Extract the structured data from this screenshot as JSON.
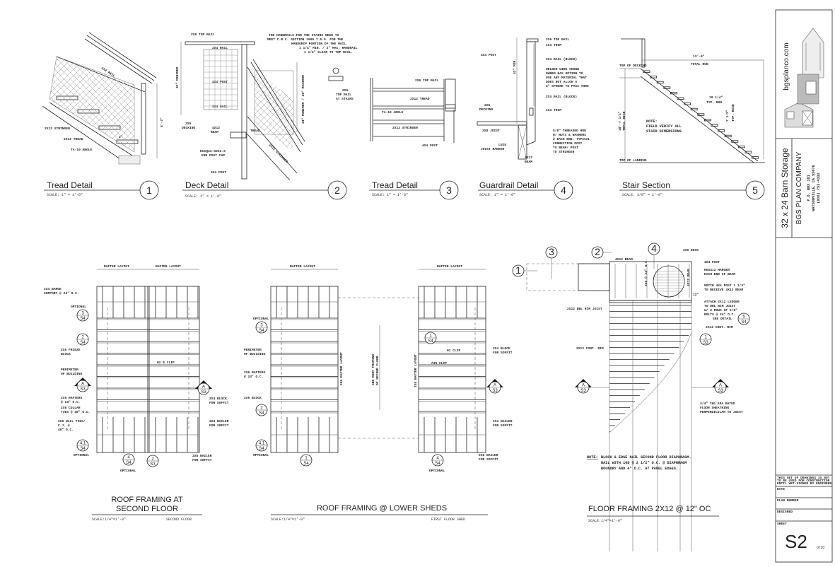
{
  "title_block": {
    "website": "bgsplanco.com",
    "project": "32 x 24 Barn Storage",
    "company": "BGS PLAN COMPANY",
    "address_1": "P.O. BOX 181",
    "address_2": "WATSONVILLE, CA 95076",
    "phone": "(916) 753-4332",
    "disclaimer": [
      "THIS SET OF DRAWINGS IS NOT",
      "TO BE USED FOR CONSTRUCTION",
      "UNTIL WET-SIGNED BY ENGINEER"
    ],
    "date_label": "DATE",
    "plan_number_label": "PLAN NUMBER",
    "designed_label": "DESIGNED",
    "sheet_label": "SHEET",
    "sheet_number": "S2",
    "sheet_total": "of 10"
  },
  "details": [
    {
      "title": "Tread Detail",
      "scale": "SCALE:   1\" = 1'-0\"",
      "number": "1",
      "labels": [
        "2X4 RAIL",
        "2X12 STRINGER",
        "2X12 TREAD",
        "TA-10 ANGLE",
        "5'-2\"",
        "2\""
      ]
    },
    {
      "title": "Deck Detail",
      "scale": "SCALE:   1\" = 1'-0\"",
      "number": "2",
      "labels": [
        "2X6 TOP RAIL",
        "2X4 RAIL",
        "4X4 POST",
        "2X4 RAIL",
        "2X6",
        "DECKING",
        "4X12",
        "BEAM",
        "ECCQ44-SDS2.5",
        "END POST CAP",
        "4X4 POST",
        "TREAD",
        "2X12 STRINGER",
        "42\" MINIMUM",
        "34\" MINIMUM / 38\" MAXIMUM",
        "THE HANDRAILS FOR THE STAIRS NEED TO",
        "MEET C.B.C. SECTION 1009.7.5.6. FOR THE",
        "HANDGRIP PORTION OF THE RAIL.",
        "1 1/4\" MIN. / 2\" MAX. HANDRAIL",
        "1 1/2\" CLEAR TO TOP RAIL.",
        "2X6",
        "TOP RAIL",
        "AT STAIRS"
      ]
    },
    {
      "title": "Tread  Detail",
      "scale": "SCALE:   1\" = 1'-0\"",
      "number": "3",
      "labels": [
        "2X6 TOP RAIL",
        "2X12 TREAD",
        "TA-10 ANGLE",
        "2X12 STRINGER",
        "4X4 POST"
      ]
    },
    {
      "title": "Guardrail Detail",
      "scale": "SCALE:   1\" = 1'-0\"",
      "number": "4",
      "labels": [
        "2X6 TOP RAIL",
        "1X4 TRIM",
        "4X4 POST",
        "2X4 RAIL (BLOCK)",
        "WELDED WIRE SHOWN",
        "OWNER HAS OPTION TO",
        "USE ANY MATERIAL THAT",
        "DOES NOT ALLOW A",
        "4\" SPHERE TO PASS THRU",
        "2X4 RAIL (BLOCK)",
        "1X4 TRIM",
        "2X6",
        "DECKING",
        "2X8 JOIST",
        "LU28",
        "JOIST HANGER",
        "4X12",
        "BEAM",
        "5/8\" THREADED ROD",
        "W/ NUTS & WASHERS",
        "@ EACH END. TYPICAL",
        "CONNECTION POST",
        "TO BEAM/ POST",
        "TO STRINGER",
        "42\" MIN."
      ]
    },
    {
      "title": "Stair Section",
      "scale": "SCALE:   3/8\" = 1'-0\"",
      "number": "5",
      "labels": [
        "13'-9\"",
        "TOTAL RUN",
        "TOP OF DECKING",
        "10'-7 1/2\"",
        "TOTAL RISE",
        "10 1/4\"",
        "TYP. RUN",
        "7 1/2\"",
        "TYP. RISE",
        "NOTE:",
        "FIELD VERIFY ALL",
        "STAIR DIMENSIONS",
        "TOP OF LANDING"
      ]
    }
  ],
  "plans": {
    "roof_second_floor": {
      "title_1": "ROOF FRAMING  AT",
      "title_2": "SECOND  FLOOR",
      "scale": "SCALE:1/4\"=1'-0\"",
      "subtitle": "SECOND FLOOR",
      "dimension_labels": [
        "RAFTER LAYOUT",
        "RAFTER LAYOUT"
      ],
      "labels": [
        "2X4 BARGE",
        "SUPPORT @ 24\" O.C.",
        "OPTIONAL",
        "2X6 FRIEZE",
        "BLOCK",
        "PERIMETER",
        "OF BUILDING",
        "H2.5 CLIP",
        "2X6 RAFTERS",
        "@ 24\" O.C.",
        "2X6 COLLAR",
        "TIES @ 48\" O.C.",
        "2X6 WALL TIES/",
        "C.J. @",
        "48\" O.C.",
        "OPTIONAL",
        "OPTIONAL",
        "2X4 BLOCK",
        "FOR SOFFIT",
        "2X4 NAILER",
        "FOR SOFFIT",
        "2X6 NAILER",
        "FOR SOFFIT"
      ],
      "callouts": [
        {
          "top": "3",
          "bottom": "S4"
        },
        {
          "top": "2",
          "bottom": "S4"
        },
        {
          "top": "4.1",
          "bottom": "S4"
        },
        {
          "top": "4",
          "bottom": "S4"
        },
        {
          "top": "2",
          "bottom": "S3"
        }
      ],
      "section_marker": {
        "top": "A",
        "bottom": "S3"
      },
      "section_marker_right": {
        "top": "A",
        "bottom": "S3"
      }
    },
    "roof_lower_sheds": {
      "title": "ROOF FRAMING  @   LOWER SHEDS",
      "scale": "SCALE:1/4\"=1'-0\"",
      "subtitle": "FIRST FLOOR SHED",
      "dimension_labels": [
        "RAFTER LAYOUT",
        "RAFTER LAYOUT"
      ],
      "labels": [
        "OPTIONAL",
        "PERIMETER",
        "OF BUILDING",
        "2X6 RAFTERS",
        "@ 24\" O.C.",
        "2X6 BLOCK",
        "OPTIONAL",
        "2X6 RAFTER LAYOUT",
        "SEE ROOF FRAMING",
        "OF SECOND FLOOR",
        "2X6 RAFTER LAYOUT",
        "H1 CLIP",
        "A35 CLIP",
        "2X4 BLOCK",
        "FOR SOFFIT",
        "2X4 NAILER",
        "FOR SOFFIT",
        "2X6 NAILER",
        "FOR SOFFIT",
        "OPTIONAL"
      ],
      "callouts": [
        {
          "top": "3",
          "bottom": "S4"
        },
        {
          "top": "2",
          "bottom": "S4"
        },
        {
          "top": "4.1",
          "bottom": "S4"
        },
        {
          "top": "1",
          "bottom": "S4"
        },
        {
          "top": "1",
          "bottom": "S4"
        },
        {
          "top": "4",
          "bottom": "S4"
        }
      ],
      "section_marker": {
        "top": "A",
        "bottom": "S3"
      }
    },
    "floor_framing": {
      "title": "FLOOR FRAMING  2X12  @   12\"  OC",
      "scale": "SCALE:1/4\"=1'-0\"",
      "note_label": "NOTE:",
      "note": [
        "BLOCK & EDGE NAIL SECOND FLOOR DIAPHRAGM.",
        "NAIL WITH 10D @ 2 1/2\" O.C. @ DIAPHRAGM",
        "BOUNDRY AND 4\" O.C. AT PANEL EDGES."
      ],
      "detail_refs": [
        "1",
        "3",
        "2",
        "4"
      ],
      "labels": [
        "4X12 BEAM",
        "2X8 @ 24\" O.C.",
        "2X6 DECK",
        "4X4 POST",
        "HUS412 HANGER",
        "EACH END OF BEAM",
        "NOTCH 4X4 POST 1 1/2\"",
        "TO RECEIVE 4X12 BEAM",
        "4X12 BEAM",
        "ATTACH 2X12 LEDGER",
        "TO DBL RIM JOIST",
        "W/ 2 ROWS OF 5/8\"",
        "BOLTS @ 24\" O.C.",
        "SEE DETAIL",
        "2X12 DBL RIM JOIST",
        "2X12 CONT. RIM",
        "2X12 CONT. RIM",
        "3/4\" T&G APA RATED",
        "FLOOR SHEATHING",
        "PERPENDICULAR TO JOIST",
        "12\""
      ],
      "callouts": [
        {
          "top": "5",
          "bottom": "S4"
        },
        {
          "top": "1",
          "bottom": "S3"
        }
      ],
      "section_markers": [
        {
          "top": "A",
          "bottom": "S3"
        },
        {
          "top": "A",
          "bottom": "S3"
        }
      ]
    }
  }
}
